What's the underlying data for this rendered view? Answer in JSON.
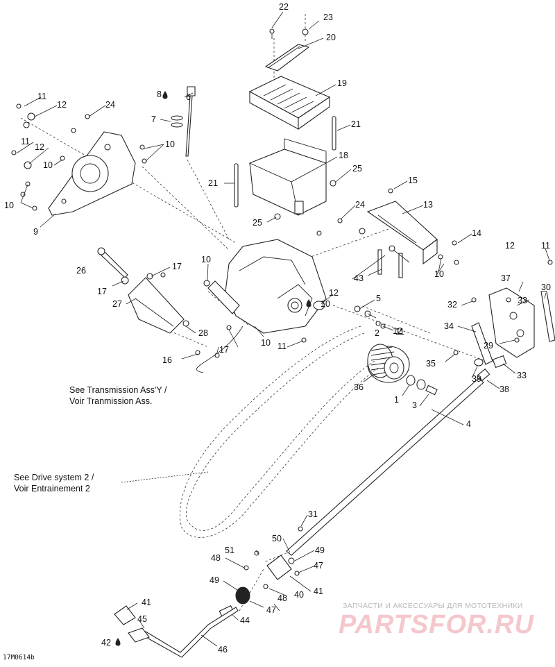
{
  "drawing_code": "17M0614b",
  "notes": {
    "transmission": [
      "See Transmission Ass'Y /",
      "Voir Tranmission Ass."
    ],
    "drive_system": [
      "See Drive system 2 /",
      "Voir Entrainement 2"
    ]
  },
  "watermark": {
    "tagline": "ЗАПЧАСТИ И АКСЕССУАРЫ ДЛЯ МОТОТЕХНИКИ",
    "logo": "PARTSFOR.RU"
  },
  "callouts": [
    "22",
    "23",
    "20",
    "19",
    "21",
    "18",
    "25",
    "21",
    "25",
    "24",
    "15",
    "13",
    "11",
    "12",
    "24",
    "8",
    "6",
    "7",
    "10",
    "11",
    "12",
    "10",
    "10",
    "9",
    "17",
    "10",
    "26",
    "17",
    "27",
    "28",
    "16",
    "17",
    "10",
    "10",
    "12",
    "5",
    "2",
    "12",
    "11",
    "12",
    "11",
    "37",
    "33",
    "30",
    "32",
    "34",
    "29",
    "33",
    "35",
    "39",
    "38",
    "36",
    "1",
    "3",
    "4",
    "31",
    "50",
    "49",
    "51",
    "48",
    "47",
    "49",
    "41",
    "40",
    "48",
    "47",
    "41",
    "45",
    "44",
    "42",
    "46",
    "43",
    "14",
    "10",
    "11"
  ],
  "colors": {
    "line": "#222222",
    "watermark_logo": "#f4c7cc",
    "watermark_text": "#b8b8b8"
  }
}
